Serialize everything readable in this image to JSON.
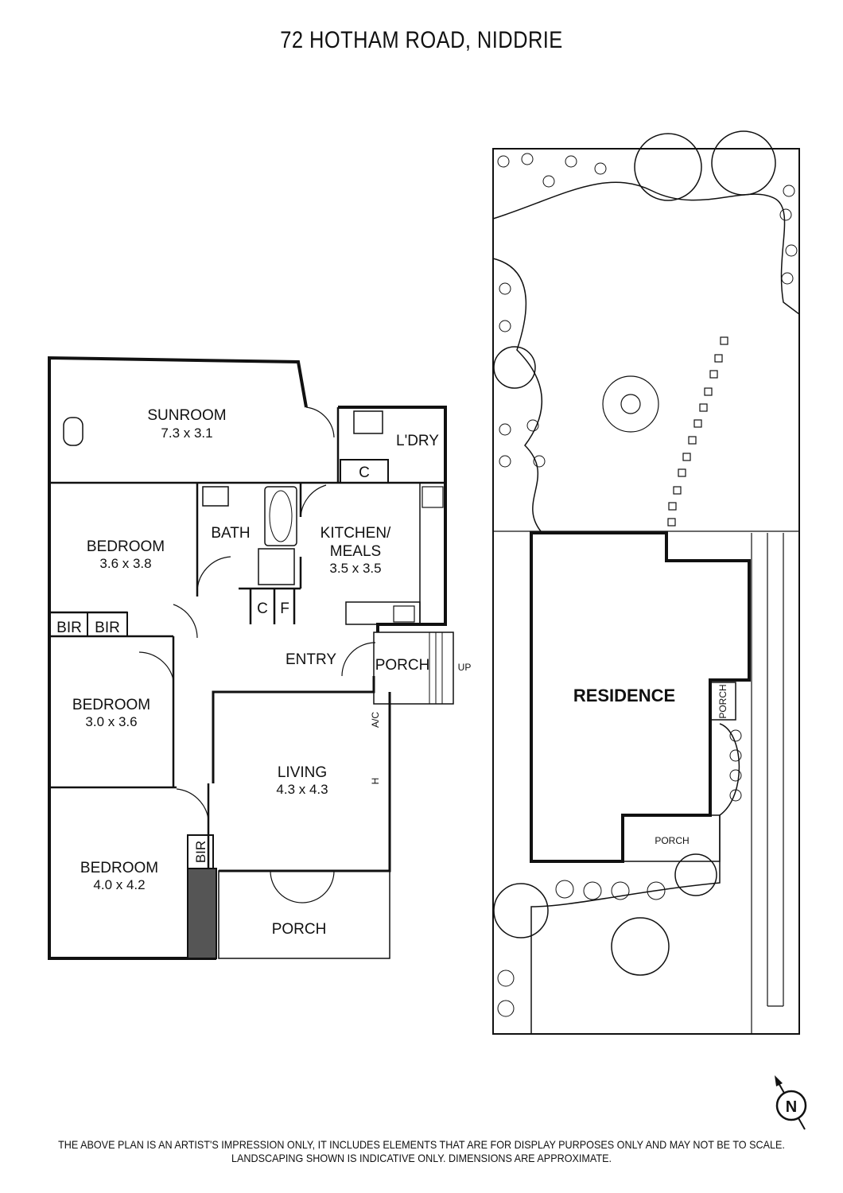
{
  "title": "72 HOTHAM ROAD, NIDDRIE",
  "floor_plan": {
    "rooms": [
      {
        "name": "SUNROOM",
        "dims": "7.3 x 3.1"
      },
      {
        "name": "L'DRY",
        "dims": ""
      },
      {
        "name": "BEDROOM",
        "dims": "3.6 x 3.8"
      },
      {
        "name": "BATH",
        "dims": ""
      },
      {
        "name": "KITCHEN/",
        "name2": "MEALS",
        "dims": "3.5 x 3.5"
      },
      {
        "name": "BEDROOM",
        "dims": "3.0 x 3.6"
      },
      {
        "name": "ENTRY",
        "dims": ""
      },
      {
        "name": "PORCH",
        "dims": ""
      },
      {
        "name": "LIVING",
        "dims": "4.3 x 4.3"
      },
      {
        "name": "BEDROOM",
        "dims": "4.0 x 4.2"
      },
      {
        "name": "PORCH",
        "dims": ""
      }
    ],
    "fixtures": {
      "c1": "C",
      "c2": "C",
      "f": "F",
      "bir1": "BIR",
      "bir2": "BIR",
      "bir3": "BIR",
      "ac": "A/C",
      "h": "H",
      "up": "UP"
    }
  },
  "site_plan": {
    "residence": "RESIDENCE",
    "porch_side": "PORCH",
    "porch_rear": "PORCH"
  },
  "north_arrow": "N",
  "disclaimer": {
    "line1": "THE ABOVE PLAN IS AN ARTIST'S IMPRESSION ONLY, IT INCLUDES ELEMENTS THAT ARE FOR DISPLAY PURPOSES ONLY AND MAY NOT BE TO SCALE.",
    "line2": "LANDSCAPING SHOWN IS INDICATIVE ONLY. DIMENSIONS ARE APPROXIMATE."
  }
}
